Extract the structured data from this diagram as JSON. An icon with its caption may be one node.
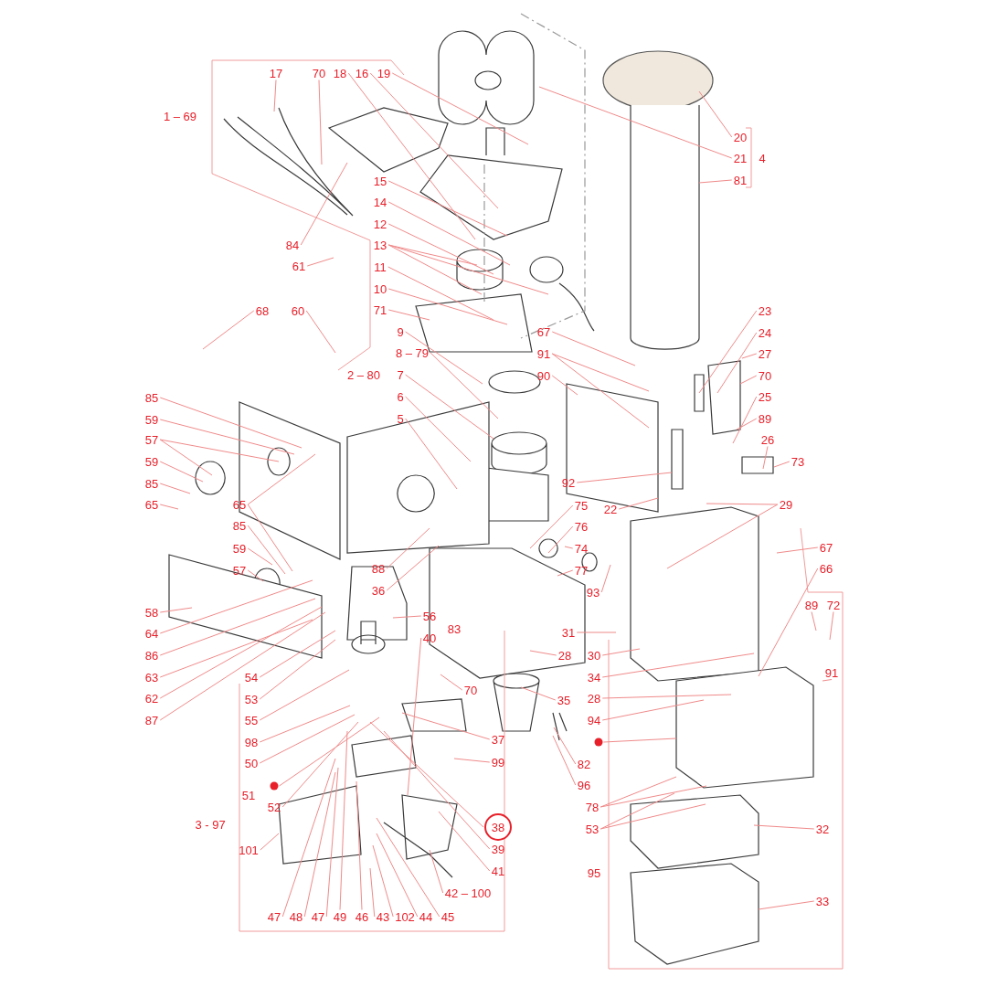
{
  "diagram": {
    "nodes": [
      {
        "text": [
          "17"
        ]
      },
      {
        "text": [
          "70"
        ]
      },
      {
        "text": [
          "18"
        ]
      },
      {
        "text": [
          "16"
        ]
      },
      {
        "text": [
          "19"
        ]
      },
      {
        "text": [
          "84"
        ]
      },
      {
        "text": [
          "15"
        ]
      },
      {
        "text": [
          "14"
        ]
      },
      {
        "text": [
          "12"
        ]
      },
      {
        "text": [
          "13"
        ]
      },
      {
        "text": [
          "11"
        ]
      },
      {
        "text": [
          "10"
        ]
      },
      {
        "text": [
          "61"
        ]
      },
      {
        "text": [
          "68"
        ]
      },
      {
        "text": [
          "60"
        ]
      },
      {
        "text": [
          "71"
        ]
      },
      {
        "text": [
          "9"
        ]
      },
      {
        "text": [
          "8 – 79"
        ]
      },
      {
        "text": [
          "7"
        ]
      },
      {
        "text": [
          "6"
        ]
      },
      {
        "text": [
          "5"
        ]
      },
      {
        "text": [
          "85"
        ]
      },
      {
        "text": [
          "59"
        ]
      },
      {
        "text": [
          "57"
        ]
      },
      {
        "text": [
          "59"
        ]
      },
      {
        "text": [
          "85"
        ]
      },
      {
        "text": [
          "65"
        ]
      },
      {
        "text": [
          "65"
        ]
      },
      {
        "text": [
          "85"
        ]
      },
      {
        "text": [
          "59"
        ]
      },
      {
        "text": [
          "57"
        ]
      },
      {
        "text": [
          "58"
        ]
      },
      {
        "text": [
          "64"
        ]
      },
      {
        "text": [
          "86"
        ]
      },
      {
        "text": [
          "63"
        ]
      },
      {
        "text": [
          "62"
        ]
      },
      {
        "text": [
          "87"
        ]
      },
      {
        "text": [
          "54"
        ]
      },
      {
        "text": [
          "53"
        ]
      },
      {
        "text": [
          "55"
        ]
      },
      {
        "text": [
          "98"
        ]
      },
      {
        "text": [
          "50"
        ]
      },
      {
        "text": [],
        "shape": "circle"
      },
      {
        "text": [
          "52"
        ]
      },
      {
        "text": [
          "101"
        ]
      },
      {
        "text": [
          "47"
        ]
      },
      {
        "text": [
          "48"
        ]
      },
      {
        "text": [
          "47"
        ]
      },
      {
        "text": [
          "49"
        ]
      },
      {
        "text": [
          "46"
        ]
      },
      {
        "text": [
          "43"
        ]
      },
      {
        "text": [
          "102"
        ]
      },
      {
        "text": [
          "44"
        ]
      },
      {
        "text": [
          "45"
        ]
      },
      {
        "text": [
          "42 – 100"
        ]
      },
      {
        "text": [
          "41"
        ]
      },
      {
        "text": [
          "39"
        ]
      },
      {
        "text": [
          "38"
        ]
      },
      {
        "text": [
          "37"
        ]
      },
      {
        "text": [
          "99"
        ]
      },
      {
        "text": [
          "56"
        ]
      },
      {
        "text": [
          "40"
        ]
      },
      {
        "text": [
          "70"
        ]
      },
      {
        "text": [
          "88"
        ]
      },
      {
        "text": [
          "36"
        ]
      },
      {
        "text": [
          "75"
        ]
      },
      {
        "text": [
          "76"
        ]
      },
      {
        "text": [
          "74"
        ]
      },
      {
        "text": [
          "77"
        ]
      },
      {
        "text": [
          "93"
        ]
      },
      {
        "text": [
          "31"
        ]
      },
      {
        "text": [
          "28"
        ]
      },
      {
        "text": [
          "35"
        ]
      },
      {
        "text": [
          "82"
        ]
      },
      {
        "text": [
          "96"
        ]
      },
      {
        "text": [
          "67"
        ]
      },
      {
        "text": [
          "91"
        ]
      },
      {
        "text": [
          "90"
        ]
      },
      {
        "text": [
          "92"
        ]
      },
      {
        "text": [
          "22"
        ]
      },
      {
        "text": [
          "23"
        ]
      },
      {
        "text": [
          "24"
        ]
      },
      {
        "text": [
          "27"
        ]
      },
      {
        "text": [
          "70"
        ]
      },
      {
        "text": [
          "25"
        ]
      },
      {
        "text": [
          "89"
        ]
      },
      {
        "text": [
          "26"
        ]
      },
      {
        "text": [
          "73"
        ]
      },
      {
        "text": [
          "29"
        ]
      },
      {
        "text": [
          "67"
        ]
      },
      {
        "text": [
          "66"
        ]
      },
      {
        "text": [
          "89"
        ]
      },
      {
        "text": [
          "72"
        ]
      },
      {
        "text": [
          "91"
        ]
      },
      {
        "text": [
          "30"
        ]
      },
      {
        "text": [
          "34"
        ]
      },
      {
        "text": [
          "28"
        ]
      },
      {
        "text": [
          "94"
        ]
      },
      {
        "text": [],
        "shape": "circle"
      },
      {
        "text": [
          "78"
        ]
      },
      {
        "text": [
          "53"
        ]
      },
      {
        "text": [
          "32"
        ]
      },
      {
        "text": [
          "33"
        ]
      },
      {
        "text": [
          "20"
        ]
      },
      {
        "text": [
          "21"
        ]
      },
      {
        "text": [
          "81"
        ]
      }
    ],
    "edges": [
      {
        "from": 0,
        "to": null,
        "arrow": "none"
      },
      {
        "from": 1,
        "to": null,
        "arrow": "none"
      },
      {
        "from": 2,
        "to": null,
        "arrow": "none"
      },
      {
        "from": 3,
        "to": null,
        "arrow": "none"
      },
      {
        "from": 4,
        "to": null,
        "arrow": "none"
      },
      {
        "from": 5,
        "to": null,
        "arrow": "none"
      },
      {
        "from": 6,
        "to": null,
        "arrow": "none"
      },
      {
        "from": 7,
        "to": null,
        "arrow": "none"
      },
      {
        "from": 8,
        "to": null,
        "arrow": "none"
      },
      {
        "from": 9,
        "to": null,
        "arrow": "none"
      },
      {
        "from": 9,
        "to": null,
        "arrow": "none"
      },
      {
        "from": 9,
        "to": null,
        "arrow": "none"
      },
      {
        "from": 10,
        "to": null,
        "arrow": "none"
      },
      {
        "from": 11,
        "to": null,
        "arrow": "none"
      },
      {
        "from": 12,
        "to": null,
        "arrow": "none"
      },
      {
        "from": 13,
        "to": null,
        "arrow": "none"
      },
      {
        "from": 14,
        "to": null,
        "arrow": "none"
      },
      {
        "from": 15,
        "to": null,
        "arrow": "none"
      },
      {
        "from": 16,
        "to": null,
        "arrow": "none"
      },
      {
        "from": 17,
        "to": null,
        "arrow": "none"
      },
      {
        "from": 18,
        "to": null,
        "arrow": "none"
      },
      {
        "from": 19,
        "to": null,
        "arrow": "none"
      },
      {
        "from": 20,
        "to": null,
        "arrow": "none"
      },
      {
        "from": 21,
        "to": null,
        "arrow": "none"
      },
      {
        "from": 22,
        "to": null,
        "arrow": "none"
      },
      {
        "from": 23,
        "to": null,
        "arrow": "none"
      },
      {
        "from": 23,
        "to": null,
        "arrow": "none"
      },
      {
        "from": 24,
        "to": null,
        "arrow": "none"
      },
      {
        "from": 25,
        "to": null,
        "arrow": "none"
      },
      {
        "from": 26,
        "to": null,
        "arrow": "none"
      },
      {
        "from": 27,
        "to": null,
        "arrow": "none"
      },
      {
        "from": 27,
        "to": null,
        "arrow": "none"
      },
      {
        "from": 28,
        "to": null,
        "arrow": "none"
      },
      {
        "from": 29,
        "to": null,
        "arrow": "none"
      },
      {
        "from": 30,
        "to": null,
        "arrow": "none"
      },
      {
        "from": 31,
        "to": null,
        "arrow": "none"
      },
      {
        "from": 32,
        "to": null,
        "arrow": "none"
      },
      {
        "from": 33,
        "to": null,
        "arrow": "none"
      },
      {
        "from": 34,
        "to": null,
        "arrow": "none"
      },
      {
        "from": 35,
        "to": null,
        "arrow": "none"
      },
      {
        "from": 36,
        "to": null,
        "arrow": "none"
      },
      {
        "from": 37,
        "to": null,
        "arrow": "none"
      },
      {
        "from": 38,
        "to": null,
        "arrow": "none"
      },
      {
        "from": 39,
        "to": null,
        "arrow": "none"
      },
      {
        "from": 40,
        "to": null,
        "arrow": "none"
      },
      {
        "from": 41,
        "to": null,
        "arrow": "none"
      },
      {
        "from": 42,
        "to": null,
        "arrow": "none"
      },
      {
        "from": 43,
        "to": null,
        "arrow": "none"
      },
      {
        "from": 44,
        "to": null,
        "arrow": "none"
      },
      {
        "from": 45,
        "to": null,
        "arrow": "none"
      },
      {
        "from": 46,
        "to": null,
        "arrow": "none"
      },
      {
        "from": 47,
        "to": null,
        "arrow": "none"
      },
      {
        "from": 48,
        "to": null,
        "arrow": "none"
      },
      {
        "from": 49,
        "to": null,
        "arrow": "none"
      },
      {
        "from": 50,
        "to": null,
        "arrow": "none"
      },
      {
        "from": 51,
        "to": null,
        "arrow": "none"
      },
      {
        "from": 52,
        "to": null,
        "arrow": "none"
      },
      {
        "from": 53,
        "to": null,
        "arrow": "none"
      },
      {
        "from": 54,
        "to": null,
        "arrow": "none"
      },
      {
        "from": 55,
        "to": null,
        "arrow": "none"
      },
      {
        "from": 56,
        "to": null,
        "arrow": "none"
      },
      {
        "from": 57,
        "to": null,
        "arrow": "none"
      },
      {
        "from": 58,
        "to": null,
        "arrow": "none"
      },
      {
        "from": 59,
        "to": null,
        "arrow": "none"
      },
      {
        "from": 60,
        "to": null,
        "arrow": "none"
      },
      {
        "from": 61,
        "to": null,
        "arrow": "none"
      },
      {
        "from": 62,
        "to": null,
        "arrow": "none"
      },
      {
        "from": 63,
        "to": null,
        "arrow": "none"
      },
      {
        "from": 64,
        "to": null,
        "arrow": "none"
      },
      {
        "from": 65,
        "to": null,
        "arrow": "none"
      },
      {
        "from": 66,
        "to": null,
        "arrow": "none"
      },
      {
        "from": 67,
        "to": null,
        "arrow": "none"
      },
      {
        "from": 68,
        "to": null,
        "arrow": "none"
      },
      {
        "from": 69,
        "to": null,
        "arrow": "none"
      },
      {
        "from": 70,
        "to": null,
        "arrow": "none"
      },
      {
        "from": 71,
        "to": null,
        "arrow": "none"
      },
      {
        "from": 72,
        "to": null,
        "arrow": "none"
      },
      {
        "from": 73,
        "to": null,
        "arrow": "none"
      },
      {
        "from": 74,
        "to": null,
        "arrow": "none"
      },
      {
        "from": 75,
        "to": null,
        "arrow": "none"
      },
      {
        "from": 76,
        "to": null,
        "arrow": "none"
      },
      {
        "from": 76,
        "to": null,
        "arrow": "none"
      },
      {
        "from": 77,
        "to": null,
        "arrow": "none"
      },
      {
        "from": 78,
        "to": null,
        "arrow": "none"
      },
      {
        "from": 79,
        "to": null,
        "arrow": "none"
      },
      {
        "from": 80,
        "to": null,
        "arrow": "none"
      },
      {
        "from": 81,
        "to": null,
        "arrow": "none"
      },
      {
        "from": 82,
        "to": null,
        "arrow": "none"
      },
      {
        "from": 83,
        "to": null,
        "arrow": "none"
      },
      {
        "from": 84,
        "to": null,
        "arrow": "none"
      },
      {
        "from": 85,
        "to": null,
        "arrow": "none"
      },
      {
        "from": 86,
        "to": null,
        "arrow": "none"
      },
      {
        "from": 87,
        "to": null,
        "arrow": "none"
      },
      {
        "from": 88,
        "to": null,
        "arrow": "none"
      },
      {
        "from": 88,
        "to": null,
        "arrow": "none"
      },
      {
        "from": 89,
        "to": null,
        "arrow": "none"
      },
      {
        "from": 90,
        "to": null,
        "arrow": "none"
      },
      {
        "from": 91,
        "to": null,
        "arrow": "none"
      },
      {
        "from": 92,
        "to": null,
        "arrow": "none"
      },
      {
        "from": 93,
        "to": null,
        "arrow": "none"
      },
      {
        "from": 94,
        "to": null,
        "arrow": "none"
      },
      {
        "from": 95,
        "to": null,
        "arrow": "none"
      },
      {
        "from": 96,
        "to": null,
        "arrow": "none"
      },
      {
        "from": 97,
        "to": null,
        "arrow": "none"
      },
      {
        "from": 98,
        "to": null,
        "arrow": "none"
      },
      {
        "from": 99,
        "to": null,
        "arrow": "none"
      },
      {
        "from": 99,
        "to": null,
        "arrow": "none"
      },
      {
        "from": 100,
        "to": null,
        "arrow": "none"
      },
      {
        "from": 100,
        "to": null,
        "arrow": "none"
      },
      {
        "from": 101,
        "to": null,
        "arrow": "none"
      },
      {
        "from": 102,
        "to": null,
        "arrow": "none"
      },
      {
        "from": 103,
        "to": null,
        "arrow": "none"
      },
      {
        "from": 104,
        "to": null,
        "arrow": "none"
      },
      {
        "from": 105,
        "to": null,
        "arrow": "none"
      }
    ],
    "labels": [
      "1 – 69",
      "2 – 80",
      "3 - 97",
      "51",
      "83",
      "4",
      "95"
    ]
  }
}
